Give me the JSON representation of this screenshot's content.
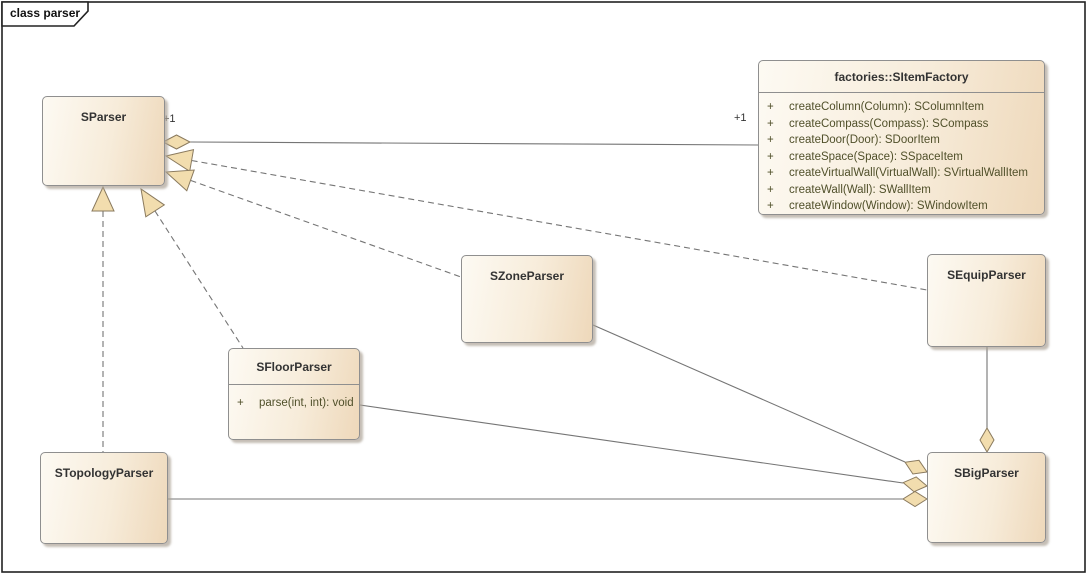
{
  "frame": {
    "label": "class parser"
  },
  "classes": {
    "sparser": {
      "name": "SParser"
    },
    "sitemfactory": {
      "name": "factories::SItemFactory",
      "methods": [
        {
          "visibility": "+",
          "signature": "createColumn(Column): SColumnItem"
        },
        {
          "visibility": "+",
          "signature": "createCompass(Compass): SCompass"
        },
        {
          "visibility": "+",
          "signature": "createDoor(Door): SDoorItem"
        },
        {
          "visibility": "+",
          "signature": "createSpace(Space): SSpaceItem"
        },
        {
          "visibility": "+",
          "signature": "createVirtualWall(VirtualWall): SVirtualWallItem"
        },
        {
          "visibility": "+",
          "signature": "createWall(Wall): SWallItem"
        },
        {
          "visibility": "+",
          "signature": "createWindow(Window): SWindowItem"
        }
      ]
    },
    "szoneparser": {
      "name": "SZoneParser"
    },
    "sfloorparser": {
      "name": "SFloorParser",
      "methods": [
        {
          "visibility": "+",
          "signature": "parse(int, int): void"
        }
      ]
    },
    "stopologyparser": {
      "name": "STopologyParser"
    },
    "sequipparser": {
      "name": "SEquipParser"
    },
    "sbigparser": {
      "name": "SBigParser"
    }
  },
  "connector_labels": {
    "sparser_end": "+1",
    "factory_end": "+1"
  },
  "colors": {
    "box-grad-a": "#fdfaf3",
    "box-grad-b": "#f7ecda",
    "box-grad-c": "#eed8ba",
    "box-border": "#8f8f8f",
    "title-color": "#333333",
    "method-color": "#50502a",
    "line-color": "#757575",
    "marker-fill": "#f2ddae",
    "marker-stroke": "#8a7a5e",
    "frame-color": "#222222",
    "shadow-color": "rgba(172,162,150,0.7)"
  }
}
